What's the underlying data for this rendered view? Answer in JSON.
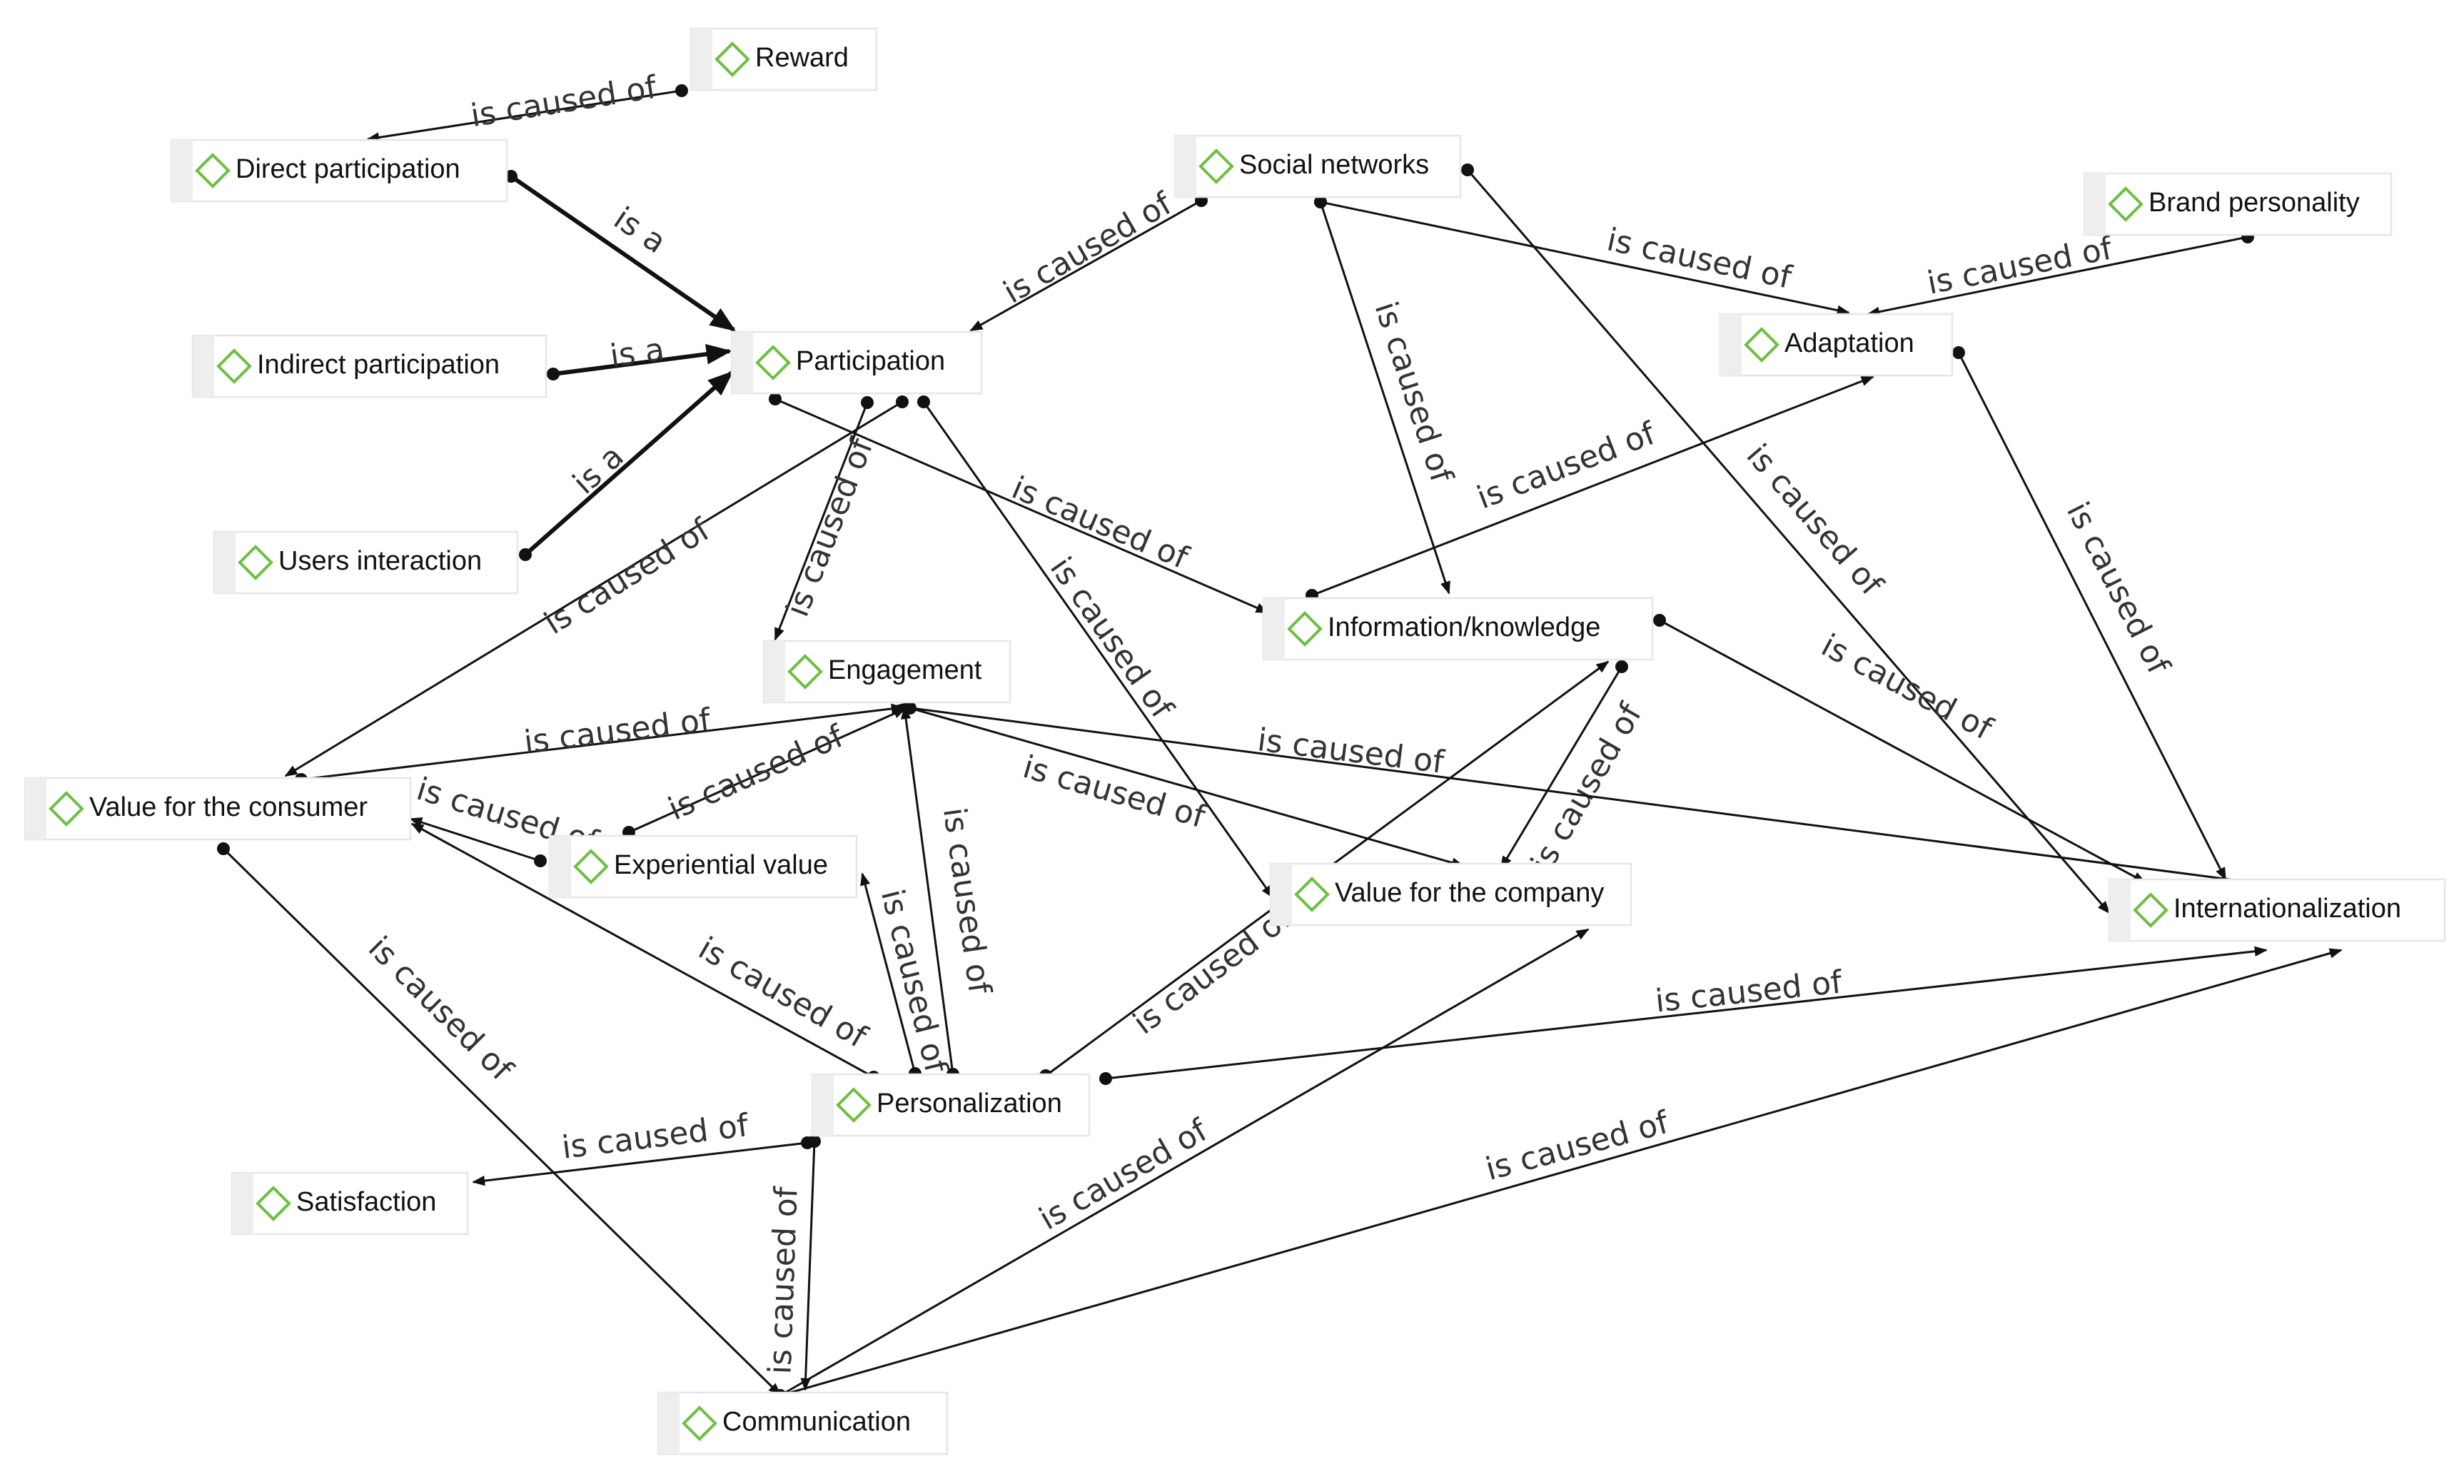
{
  "diagram": {
    "icon_name": "concept-diamond-icon",
    "colors": {
      "icon": "#6cbf3f",
      "edge": "#111111",
      "label": "#333333",
      "node_border": "#e6e6e6",
      "node_tab": "#eeeeee"
    },
    "nodes": [
      {
        "id": "reward",
        "label": "Reward"
      },
      {
        "id": "direct",
        "label": "Direct participation"
      },
      {
        "id": "indirect",
        "label": "Indirect participation"
      },
      {
        "id": "users",
        "label": "Users interaction"
      },
      {
        "id": "participation",
        "label": "Participation"
      },
      {
        "id": "social",
        "label": "Social networks"
      },
      {
        "id": "brand",
        "label": "Brand personality"
      },
      {
        "id": "adaptation",
        "label": "Adaptation"
      },
      {
        "id": "info",
        "label": "Information/knowledge"
      },
      {
        "id": "engagement",
        "label": "Engagement"
      },
      {
        "id": "vconsumer",
        "label": "Value for the consumer"
      },
      {
        "id": "experiential",
        "label": "Experiential value"
      },
      {
        "id": "vcompany",
        "label": "Value for the company"
      },
      {
        "id": "intl",
        "label": "Internationalization"
      },
      {
        "id": "personalization",
        "label": "Personalization"
      },
      {
        "id": "satisfaction",
        "label": "Satisfaction"
      },
      {
        "id": "communication",
        "label": "Communication"
      }
    ],
    "edges": [
      {
        "id": "e1",
        "from": "reward",
        "to": "direct",
        "label": "is caused of"
      },
      {
        "id": "e2",
        "from": "direct",
        "to": "participation",
        "label": "is a"
      },
      {
        "id": "e3",
        "from": "indirect",
        "to": "participation",
        "label": "is a"
      },
      {
        "id": "e4",
        "from": "users",
        "to": "participation",
        "label": "is a"
      },
      {
        "id": "e5",
        "from": "social",
        "to": "participation",
        "label": "is caused of"
      },
      {
        "id": "e6",
        "from": "social",
        "to": "info",
        "label": "is caused of"
      },
      {
        "id": "e7",
        "from": "social",
        "to": "adaptation",
        "label": "is caused of"
      },
      {
        "id": "e8",
        "from": "social",
        "to": "intl",
        "label": "is caused of"
      },
      {
        "id": "e9",
        "from": "brand",
        "to": "adaptation",
        "label": "is caused of"
      },
      {
        "id": "e10",
        "from": "adaptation",
        "to": "intl",
        "label": "is caused of"
      },
      {
        "id": "e11",
        "from": "info",
        "to": "adaptation",
        "label": "is caused of"
      },
      {
        "id": "e12",
        "from": "participation",
        "to": "info",
        "label": "is caused of"
      },
      {
        "id": "e13",
        "from": "participation",
        "to": "engagement",
        "label": "is caused of"
      },
      {
        "id": "e14",
        "from": "participation",
        "to": "vcompany",
        "label": "is caused of"
      },
      {
        "id": "e15",
        "from": "participation",
        "to": "vconsumer",
        "label": "is caused of"
      },
      {
        "id": "e16",
        "from": "info",
        "to": "intl",
        "label": "is caused of"
      },
      {
        "id": "e17",
        "from": "info",
        "to": "vcompany",
        "label": "is caused of"
      },
      {
        "id": "e18",
        "from": "vconsumer",
        "to": "engagement",
        "label": "is caused of"
      },
      {
        "id": "e19",
        "from": "experiential",
        "to": "engagement",
        "label": "is caused of"
      },
      {
        "id": "e20",
        "from": "experiential",
        "to": "vconsumer",
        "label": "is caused of"
      },
      {
        "id": "e21",
        "from": "engagement",
        "to": "vcompany",
        "label": "is caused of"
      },
      {
        "id": "e22",
        "from": "intl",
        "to": "engagement",
        "label": "is caused of"
      },
      {
        "id": "e23",
        "from": "personalization",
        "to": "vconsumer",
        "label": "is caused of"
      },
      {
        "id": "e24",
        "from": "personalization",
        "to": "experiential",
        "label": "is caused of"
      },
      {
        "id": "e25",
        "from": "personalization",
        "to": "engagement",
        "label": "is caused of"
      },
      {
        "id": "e26",
        "from": "personalization",
        "to": "info",
        "label": "is caused of"
      },
      {
        "id": "e27",
        "from": "personalization",
        "to": "intl",
        "label": "is caused of"
      },
      {
        "id": "e28",
        "from": "personalization",
        "to": "satisfaction",
        "label": "is caused of"
      },
      {
        "id": "e29",
        "from": "personalization",
        "to": "communication",
        "label": "is caused of"
      },
      {
        "id": "e30",
        "from": "vconsumer",
        "to": "communication",
        "label": "is caused of"
      },
      {
        "id": "e31",
        "from": "communication",
        "to": "vcompany",
        "label": "is caused of"
      },
      {
        "id": "e32",
        "from": "communication",
        "to": "intl",
        "label": "is caused of"
      }
    ]
  }
}
